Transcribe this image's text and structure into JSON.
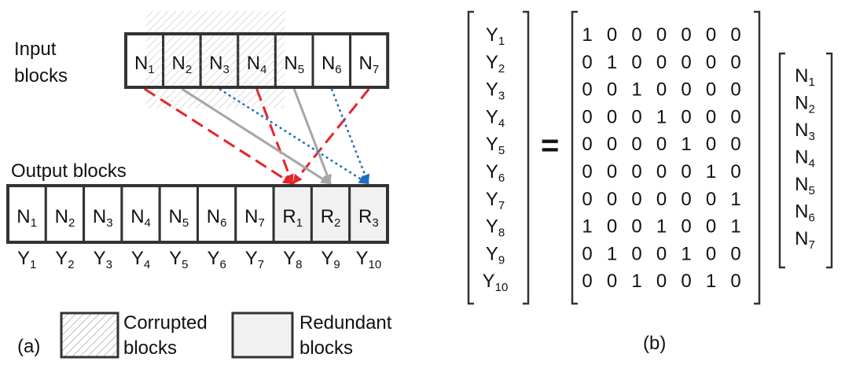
{
  "panel_a": {
    "label": "(a)",
    "input_label_line1": "Input",
    "input_label_line2": "blocks",
    "output_label": "Output blocks",
    "input_blocks": [
      {
        "base": "N",
        "sub": "1"
      },
      {
        "base": "N",
        "sub": "2"
      },
      {
        "base": "N",
        "sub": "3"
      },
      {
        "base": "N",
        "sub": "4"
      },
      {
        "base": "N",
        "sub": "5"
      },
      {
        "base": "N",
        "sub": "6"
      },
      {
        "base": "N",
        "sub": "7"
      }
    ],
    "corrupted_indices": [
      1,
      2,
      3
    ],
    "output_blocks": [
      {
        "base": "N",
        "sub": "1",
        "redundant": false
      },
      {
        "base": "N",
        "sub": "2",
        "redundant": false
      },
      {
        "base": "N",
        "sub": "3",
        "redundant": false
      },
      {
        "base": "N",
        "sub": "4",
        "redundant": false
      },
      {
        "base": "N",
        "sub": "5",
        "redundant": false
      },
      {
        "base": "N",
        "sub": "6",
        "redundant": false
      },
      {
        "base": "N",
        "sub": "7",
        "redundant": false
      },
      {
        "base": "R",
        "sub": "1",
        "redundant": true
      },
      {
        "base": "R",
        "sub": "2",
        "redundant": true
      },
      {
        "base": "R",
        "sub": "3",
        "redundant": true
      }
    ],
    "output_y_labels": [
      {
        "base": "Y",
        "sub": "1"
      },
      {
        "base": "Y",
        "sub": "2"
      },
      {
        "base": "Y",
        "sub": "3"
      },
      {
        "base": "Y",
        "sub": "4"
      },
      {
        "base": "Y",
        "sub": "5"
      },
      {
        "base": "Y",
        "sub": "6"
      },
      {
        "base": "Y",
        "sub": "7"
      },
      {
        "base": "Y",
        "sub": "8"
      },
      {
        "base": "Y",
        "sub": "9"
      },
      {
        "base": "Y",
        "sub": "10"
      }
    ],
    "connections": [
      {
        "from": 0,
        "to": 7,
        "style": "red-dashed",
        "color": "#e8232a"
      },
      {
        "from": 3,
        "to": 7,
        "style": "red-dashed",
        "color": "#e8232a"
      },
      {
        "from": 6,
        "to": 7,
        "style": "red-dashed",
        "color": "#e8232a"
      },
      {
        "from": 1,
        "to": 8,
        "style": "gray-solid",
        "color": "#a6a6a6"
      },
      {
        "from": 4,
        "to": 8,
        "style": "gray-solid",
        "color": "#a6a6a6"
      },
      {
        "from": 2,
        "to": 9,
        "style": "blue-dotted",
        "color": "#1f6fc1"
      },
      {
        "from": 5,
        "to": 9,
        "style": "blue-dotted",
        "color": "#1f6fc1"
      }
    ],
    "legend": {
      "corrupted_line1": "Corrupted",
      "corrupted_line2": "blocks",
      "redundant_line1": "Redundant",
      "redundant_line2": "blocks"
    }
  },
  "panel_b": {
    "label": "(b)",
    "equals": "=",
    "y_vector": [
      {
        "base": "Y",
        "sub": "1"
      },
      {
        "base": "Y",
        "sub": "2"
      },
      {
        "base": "Y",
        "sub": "3"
      },
      {
        "base": "Y",
        "sub": "4"
      },
      {
        "base": "Y",
        "sub": "5"
      },
      {
        "base": "Y",
        "sub": "6"
      },
      {
        "base": "Y",
        "sub": "7"
      },
      {
        "base": "Y",
        "sub": "8"
      },
      {
        "base": "Y",
        "sub": "9"
      },
      {
        "base": "Y",
        "sub": "10"
      }
    ],
    "matrix": [
      [
        "1",
        "0",
        "0",
        "0",
        "0",
        "0",
        "0"
      ],
      [
        "0",
        "1",
        "0",
        "0",
        "0",
        "0",
        "0"
      ],
      [
        "0",
        "0",
        "1",
        "0",
        "0",
        "0",
        "0"
      ],
      [
        "0",
        "0",
        "0",
        "1",
        "0",
        "0",
        "0"
      ],
      [
        "0",
        "0",
        "0",
        "0",
        "1",
        "0",
        "0"
      ],
      [
        "0",
        "0",
        "0",
        "0",
        "0",
        "1",
        "0"
      ],
      [
        "0",
        "0",
        "0",
        "0",
        "0",
        "0",
        "1"
      ],
      [
        "1",
        "0",
        "0",
        "1",
        "0",
        "0",
        "1"
      ],
      [
        "0",
        "1",
        "0",
        "0",
        "1",
        "0",
        "0"
      ],
      [
        "0",
        "0",
        "1",
        "0",
        "0",
        "1",
        "0"
      ]
    ],
    "n_vector": [
      {
        "base": "N",
        "sub": "1"
      },
      {
        "base": "N",
        "sub": "2"
      },
      {
        "base": "N",
        "sub": "3"
      },
      {
        "base": "N",
        "sub": "4"
      },
      {
        "base": "N",
        "sub": "5"
      },
      {
        "base": "N",
        "sub": "6"
      },
      {
        "base": "N",
        "sub": "7"
      }
    ]
  }
}
